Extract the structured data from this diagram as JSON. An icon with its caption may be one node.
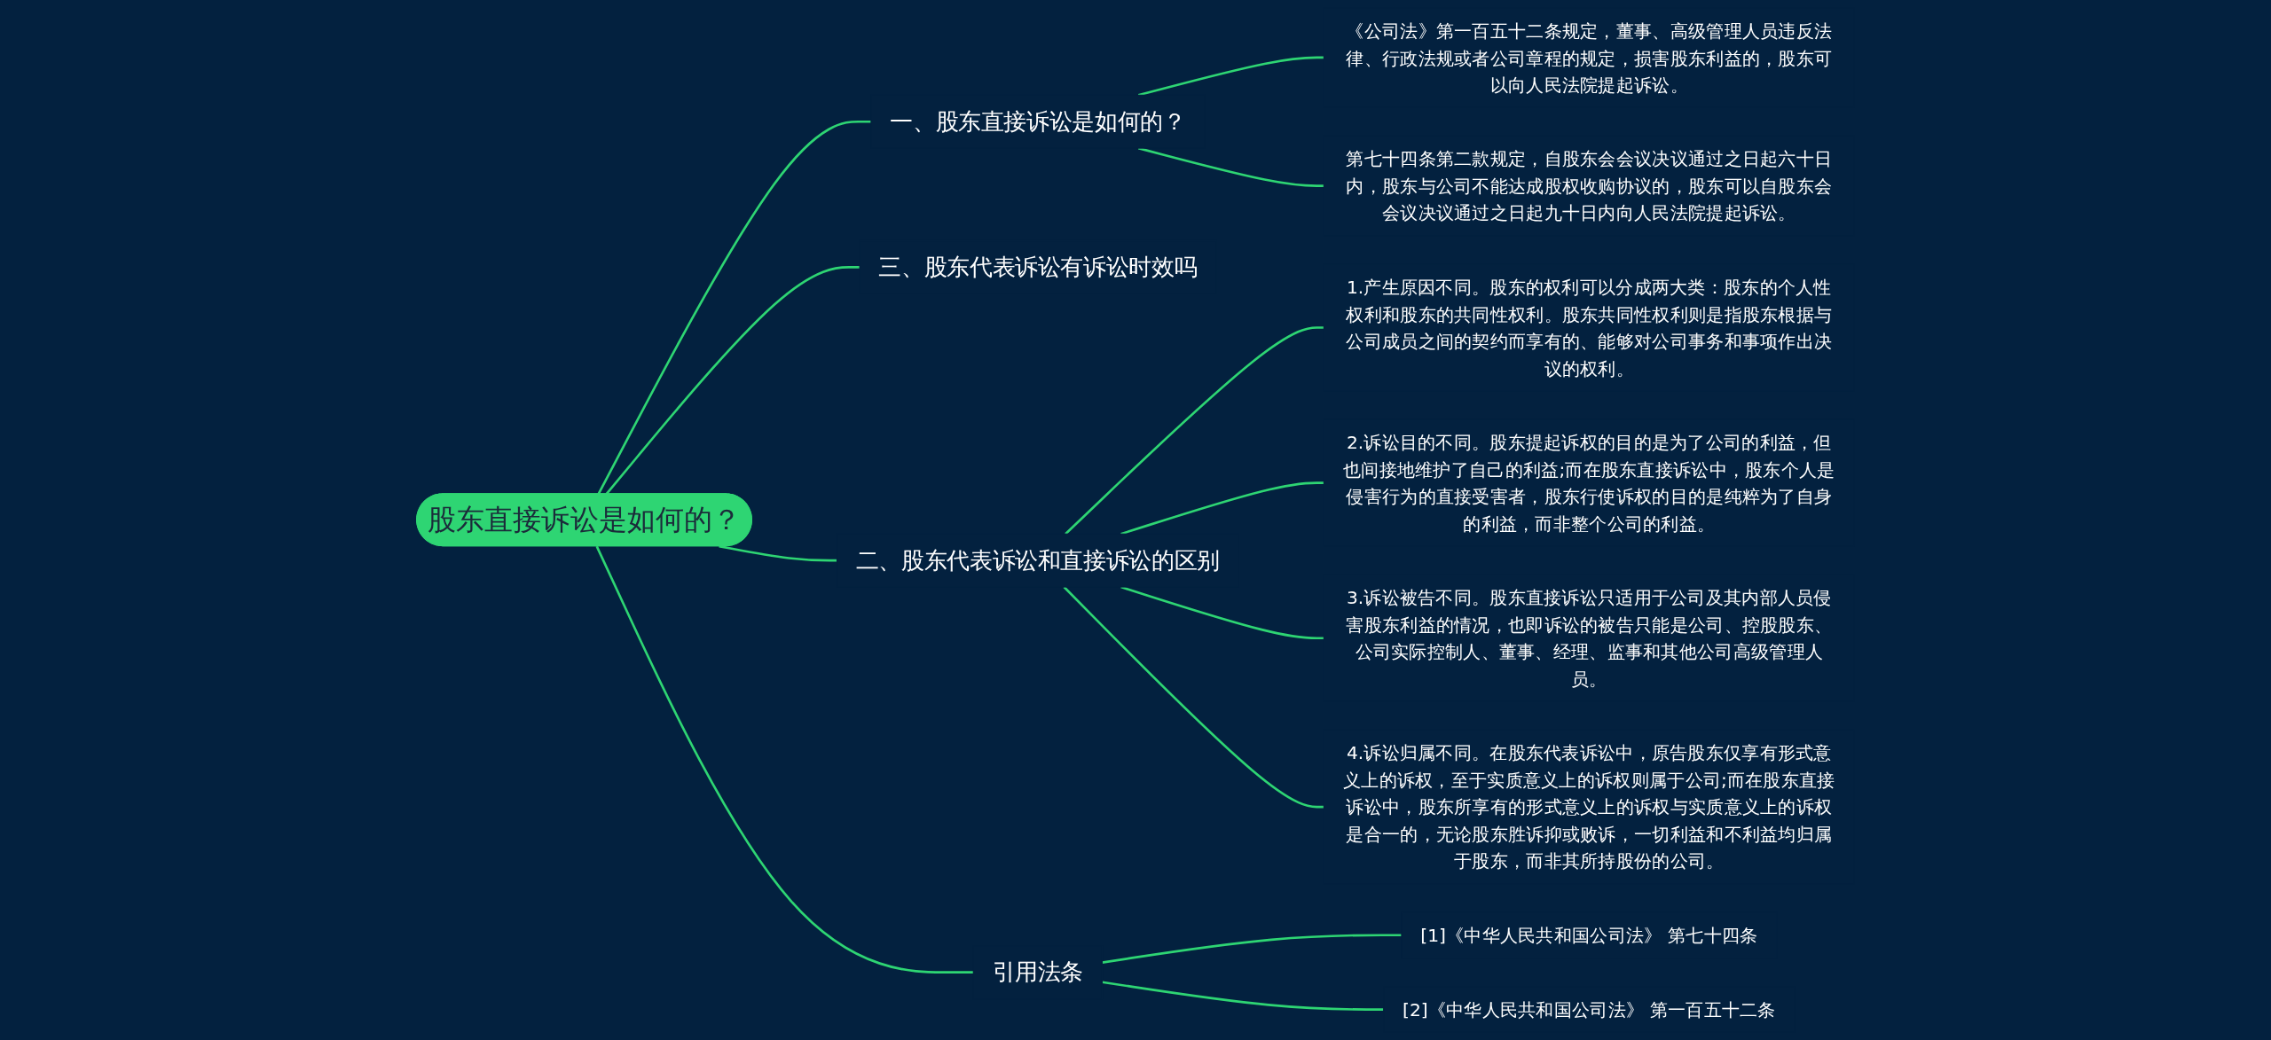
{
  "diagram": {
    "nodes": [
      {
        "text": [
          "股东直接诉讼是如何的？"
        ]
      },
      {
        "text": [
          "一、股东直接诉讼是如何的？"
        ]
      },
      {
        "text": [
          "《公司法》第一百五十二条规定，董事、高级管理人员违反法律、行政法规或者公司章程的规定，损害股东利益的，股东可以向人民法院提起诉讼。"
        ]
      },
      {
        "text": [
          "第七十四条第二款规定，自股东会会议决议通过之日起六十日内，股东与公司不能达成股权收购协议的，股东可以自股东会会议决议通过之日起九十日内向人民法院提起诉讼。"
        ]
      },
      {
        "text": [
          "三、股东代表诉讼有诉讼时效吗"
        ]
      },
      {
        "text": [
          "二、股东代表诉讼和直接诉讼的区别"
        ]
      },
      {
        "text": [
          "1.产生原因不同。股东的权利可以分成两大类：股东的个人性权利和股东的共同性权利。股东共同性权利则是指股东根据与公司成员之间的契约而享有的、能够对公司事务和事项作出决议的权利。"
        ]
      },
      {
        "text": [
          "2.诉讼目的不同。股东提起诉权的目的是为了公司的利益，但也间接地维护了自己的利益;而在股东直接诉讼中，股东个人是侵害行为的直接受害者，股东行使诉权的目的是纯粹为了自身的利益，而非整个公司的利益。"
        ]
      },
      {
        "text": [
          "3.诉讼被告不同。股东直接诉讼只适用于公司及其内部人员侵害股东利益的情况，也即诉讼的被告只能是公司、控股股东、公司实际控制人、董事、经理、监事和其他公司高级管理人员。"
        ]
      },
      {
        "text": [
          "4.诉讼归属不同。在股东代表诉讼中，原告股东仅享有形式意义上的诉权，至于实质意义上的诉权则属于公司;而在股东直接诉讼中，股东所享有的形式意义上的诉权与实质意义上的诉权是合一的，无论股东胜诉抑或败诉，一切利益和不利益均归属于股东，而非其所持股份的公司。"
        ]
      },
      {
        "text": [
          "引用法条"
        ]
      },
      {
        "text": [
          "[1]《中华人民共和国公司法》 第七十四条"
        ]
      },
      {
        "text": [
          "[2]《中华人民共和国公司法》 第一百五十二条"
        ]
      }
    ],
    "edges": [
      {
        "from": 0,
        "to": 1,
        "arrow": "none"
      },
      {
        "from": 1,
        "to": 2,
        "arrow": "none"
      },
      {
        "from": 1,
        "to": 3,
        "arrow": "none"
      },
      {
        "from": 0,
        "to": 4,
        "arrow": "none"
      },
      {
        "from": 0,
        "to": 5,
        "arrow": "none"
      },
      {
        "from": 5,
        "to": 6,
        "arrow": "none"
      },
      {
        "from": 5,
        "to": 7,
        "arrow": "none"
      },
      {
        "from": 5,
        "to": 8,
        "arrow": "none"
      },
      {
        "from": 5,
        "to": 9,
        "arrow": "none"
      },
      {
        "from": 0,
        "to": 10,
        "arrow": "none"
      },
      {
        "from": 10,
        "to": 11,
        "arrow": "none"
      },
      {
        "from": 10,
        "to": 12,
        "arrow": "none"
      }
    ]
  }
}
